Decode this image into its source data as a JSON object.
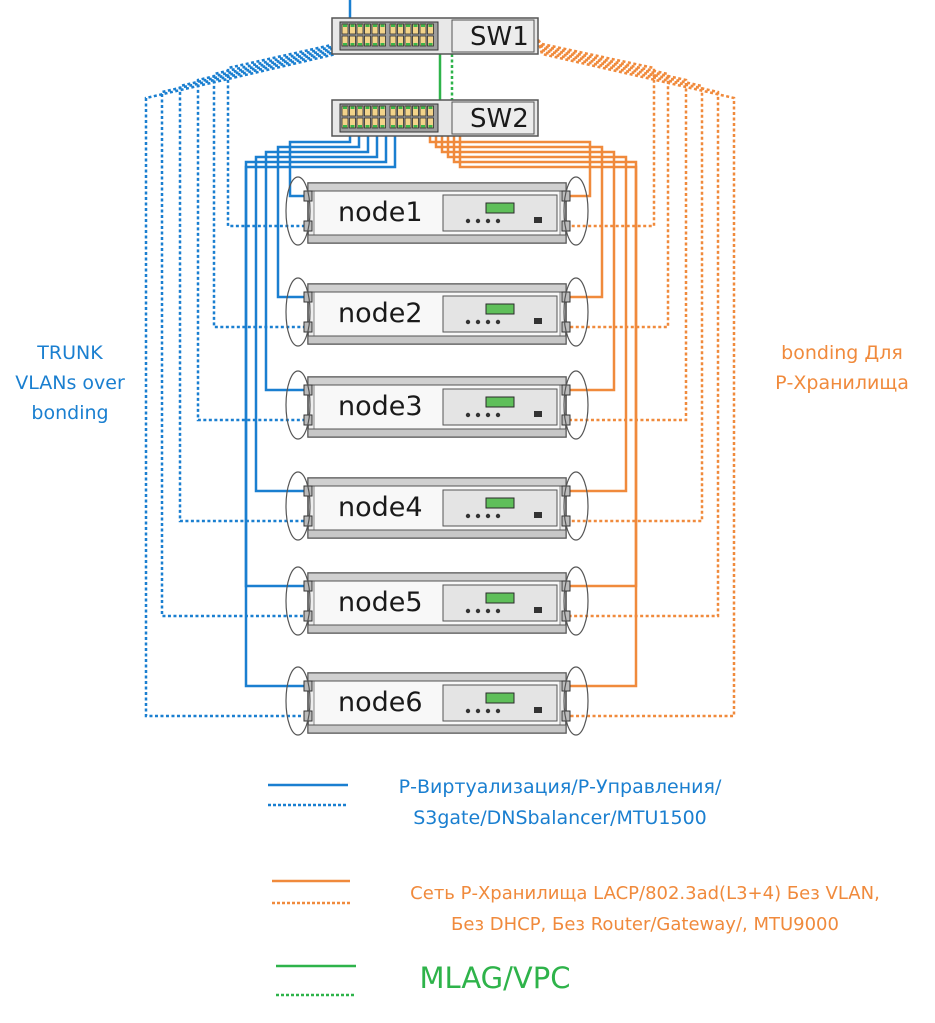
{
  "switches": [
    {
      "label": "SW1"
    },
    {
      "label": "SW2"
    }
  ],
  "nodes": [
    {
      "label": "node1"
    },
    {
      "label": "node2"
    },
    {
      "label": "node3"
    },
    {
      "label": "node4"
    },
    {
      "label": "node5"
    },
    {
      "label": "node6"
    }
  ],
  "left_label": {
    "line1": "TRUNK",
    "line2": "VLANs over",
    "line3": "bonding"
  },
  "right_label": {
    "line1": "bonding Для",
    "line2": "Р-Хранилища"
  },
  "legend": {
    "blue": {
      "line1": "Р-Виртуализация/Р-Управления/",
      "line2": "S3gate/DNSbalancer/MTU1500"
    },
    "orange": {
      "line1": "Сеть Р-Хранилища LACP/802.3ad(L3+4) Без VLAN,",
      "line2": "Без DHCP, Без Router/Gateway/, MTU9000"
    },
    "green": {
      "line1": "MLAG/VPC"
    }
  },
  "colors": {
    "blue": "#1a7fd0",
    "orange": "#f08a3c",
    "green": "#2eb34a"
  }
}
